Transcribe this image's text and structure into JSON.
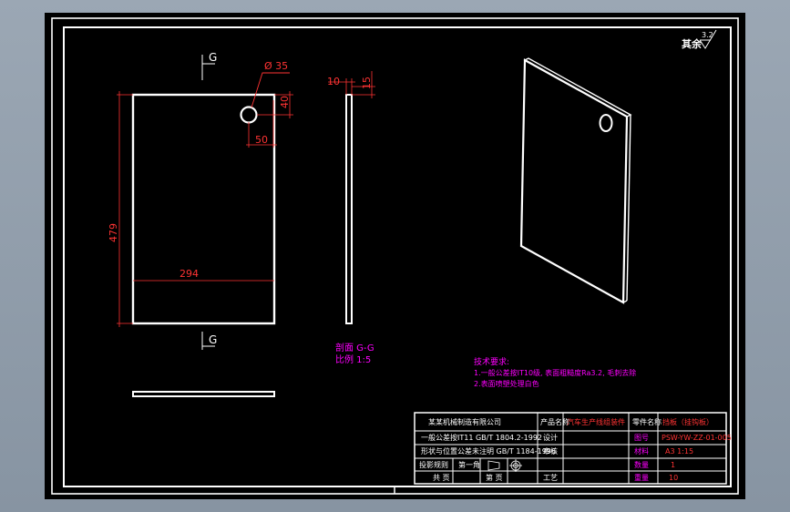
{
  "colors": {
    "viewport_bg": "#8e9aa8",
    "sheet_bg": "#000000",
    "line": "#ffffff",
    "dimension": "#ff3333",
    "annotation": "#ff00ff",
    "title_red": "#ff3333",
    "title_white": "#ffffff"
  },
  "roughness": {
    "label": "其余",
    "value": "3.2"
  },
  "section_marks": {
    "top": "G",
    "bottom": "G"
  },
  "dimensions": {
    "hole_dia": "Ø 35",
    "hole_y": "40",
    "hole_x": "50",
    "height": "479",
    "width": "294",
    "thickness": "10",
    "edge": "15"
  },
  "side_notes": {
    "line1": "剖面 G-G",
    "line2": "比例 1:5"
  },
  "tech_req": {
    "title": "技术要求:",
    "items": [
      "1.一般公差按IT10级, 表面粗糙度Ra3.2, 毛刺去除",
      "2.表面喷塑处理白色"
    ]
  },
  "title_block": {
    "company": "某某机械制造有限公司",
    "std1": "一般公差按IT11 GB/T 1804.2-1992",
    "std2": "形状与位置公差未注明 GB/T 1184-1996",
    "projection_label": "投影规则",
    "proj_sheet": "第一角",
    "sheet_label": "共  页",
    "sheet_num": "第  页",
    "product_label": "产品名称",
    "product_value": "汽车生产线组装件",
    "design_label": "设计",
    "review_label": "审核",
    "process_label": "工艺",
    "part_label": "零件名称",
    "part_value": "挡板（挂钩板）",
    "drawing_no_label": "图号",
    "drawing_no": "PSW-YW-ZZ-01-005",
    "material_label": "材料",
    "material": "A3  1:15",
    "qty_label": "数量",
    "qty": "1",
    "weight_label": "重量",
    "weight": "10"
  }
}
